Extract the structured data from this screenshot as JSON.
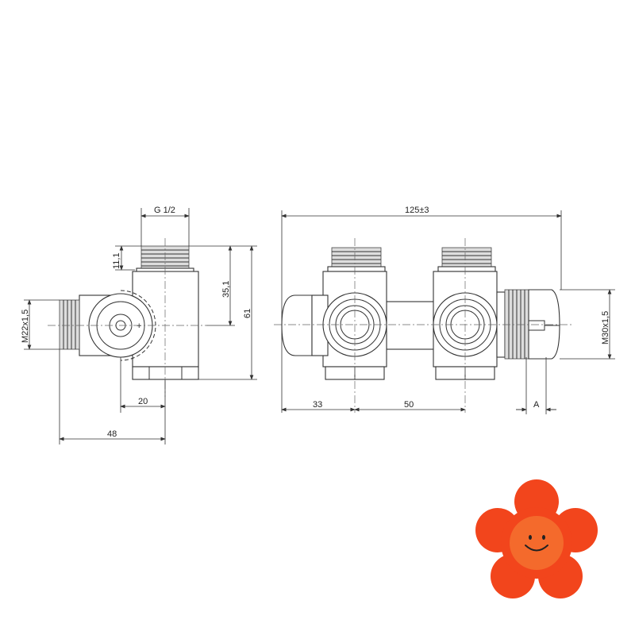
{
  "side_view": {
    "dim_thread_top": "G 1/2",
    "dim_thread_height": "11,1",
    "dim_axis_height": "35,1",
    "dim_total_height": "61",
    "dim_side_thread": "M22x1,5",
    "dim_axis_offset": "20",
    "dim_depth": "48"
  },
  "front_view": {
    "dim_total_width": "125±3",
    "dim_left_offset": "33",
    "dim_spacing": "50",
    "dim_a": "A",
    "dim_nut_thread": "M30x1,5"
  },
  "logo": {
    "colors": {
      "petal": "#f2451c",
      "face": "#f46a2c",
      "smile": "#222222"
    }
  }
}
